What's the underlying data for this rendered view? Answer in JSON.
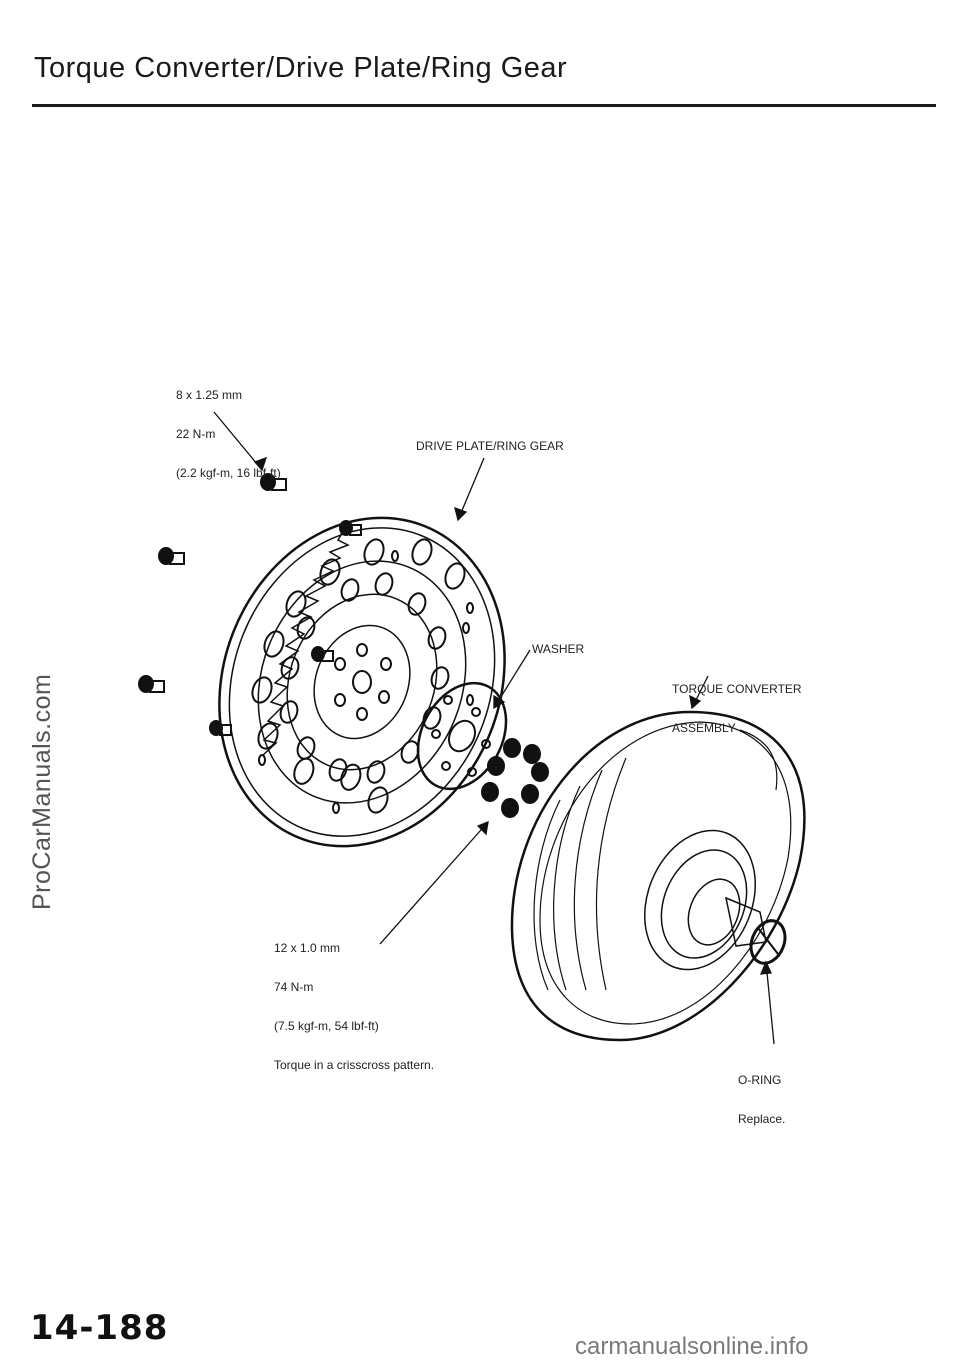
{
  "page": {
    "title": "Torque Converter/Drive Plate/Ring Gear",
    "page_number": "14-188"
  },
  "callouts": {
    "bolt_small": {
      "lines": [
        "8 x 1.25 mm",
        "22 N-m",
        "(2.2 kgf-m, 16 lbf-ft)"
      ]
    },
    "drive_plate": {
      "label": "DRIVE PLATE/RING GEAR"
    },
    "washer": {
      "label": "WASHER"
    },
    "torque_converter": {
      "lines": [
        "TORQUE CONVERTER",
        "ASSEMBLY"
      ]
    },
    "bolt_large": {
      "lines": [
        "12 x 1.0 mm",
        "74 N-m",
        "(7.5 kgf-m, 54 lbf-ft)",
        "Torque in a crisscross pattern."
      ]
    },
    "o_ring": {
      "lines": [
        "O-RING",
        "Replace."
      ]
    }
  },
  "watermarks": {
    "left": "ProCarManuals.com",
    "bottom": "carmanualsonline.info"
  },
  "colors": {
    "ink": "#111111",
    "rule": "#1a1a1a"
  }
}
